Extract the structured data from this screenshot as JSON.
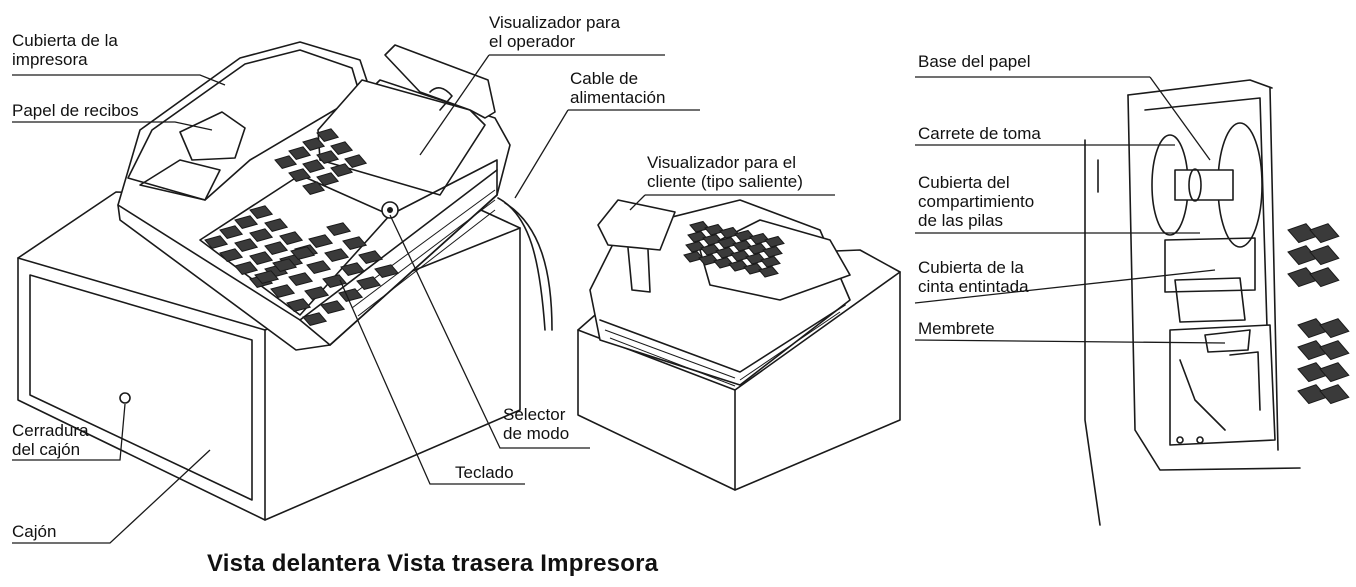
{
  "labels": {
    "printer_cover": "Cubierta de la\nimpresora",
    "receipt_paper": "Papel de recibos",
    "operator_display": "Visualizador para\nel operador",
    "power_cable": "Cable de\nalimentación",
    "customer_display": "Visualizador para el\ncliente (tipo saliente)",
    "drawer_lock": "Cerradura\ndel cajón",
    "drawer": "Cajón",
    "mode_switch": "Selector\nde modo",
    "keyboard": "Teclado",
    "paper_base": "Base del papel",
    "takeup_spool": "Carrete de toma",
    "battery_cover": "Cubierta del\ncompartimiento\nde las pilas",
    "ribbon_cover": "Cubierta de la\ncinta entintada",
    "letterhead": "Membrete"
  },
  "caption": "Vista delantera Vista trasera Impresora"
}
